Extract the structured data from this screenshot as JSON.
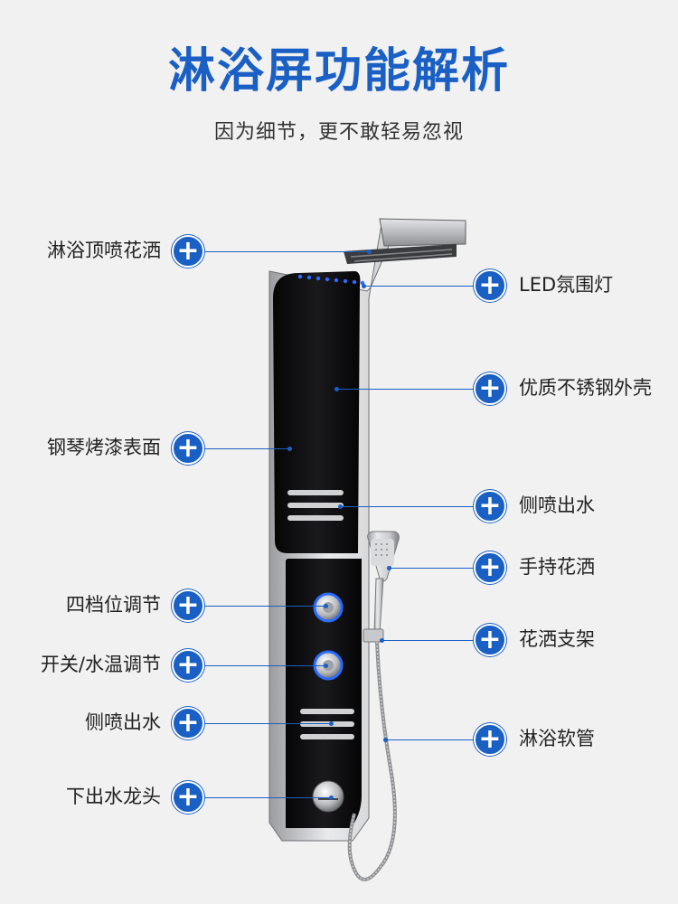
{
  "header": {
    "title": "淋浴屏功能解析",
    "subtitle": "因为细节，更不敢轻易忽视"
  },
  "colors": {
    "accent": "#1a5fc4",
    "background": "#f1f1f2",
    "panel": "#0c0c0e"
  },
  "icons": {
    "plus": "plus-icon"
  },
  "features_left": [
    {
      "label": "淋浴顶喷花洒"
    },
    {
      "label": "钢琴烤漆表面"
    },
    {
      "label": "四档位调节"
    },
    {
      "label": "开关/水温调节"
    },
    {
      "label": "侧喷出水"
    },
    {
      "label": "下出水龙头"
    }
  ],
  "features_right": [
    {
      "label": "LED氛围灯"
    },
    {
      "label": "优质不锈钢外壳"
    },
    {
      "label": "侧喷出水"
    },
    {
      "label": "手持花洒"
    },
    {
      "label": "花洒支架"
    },
    {
      "label": "淋浴软管"
    }
  ]
}
